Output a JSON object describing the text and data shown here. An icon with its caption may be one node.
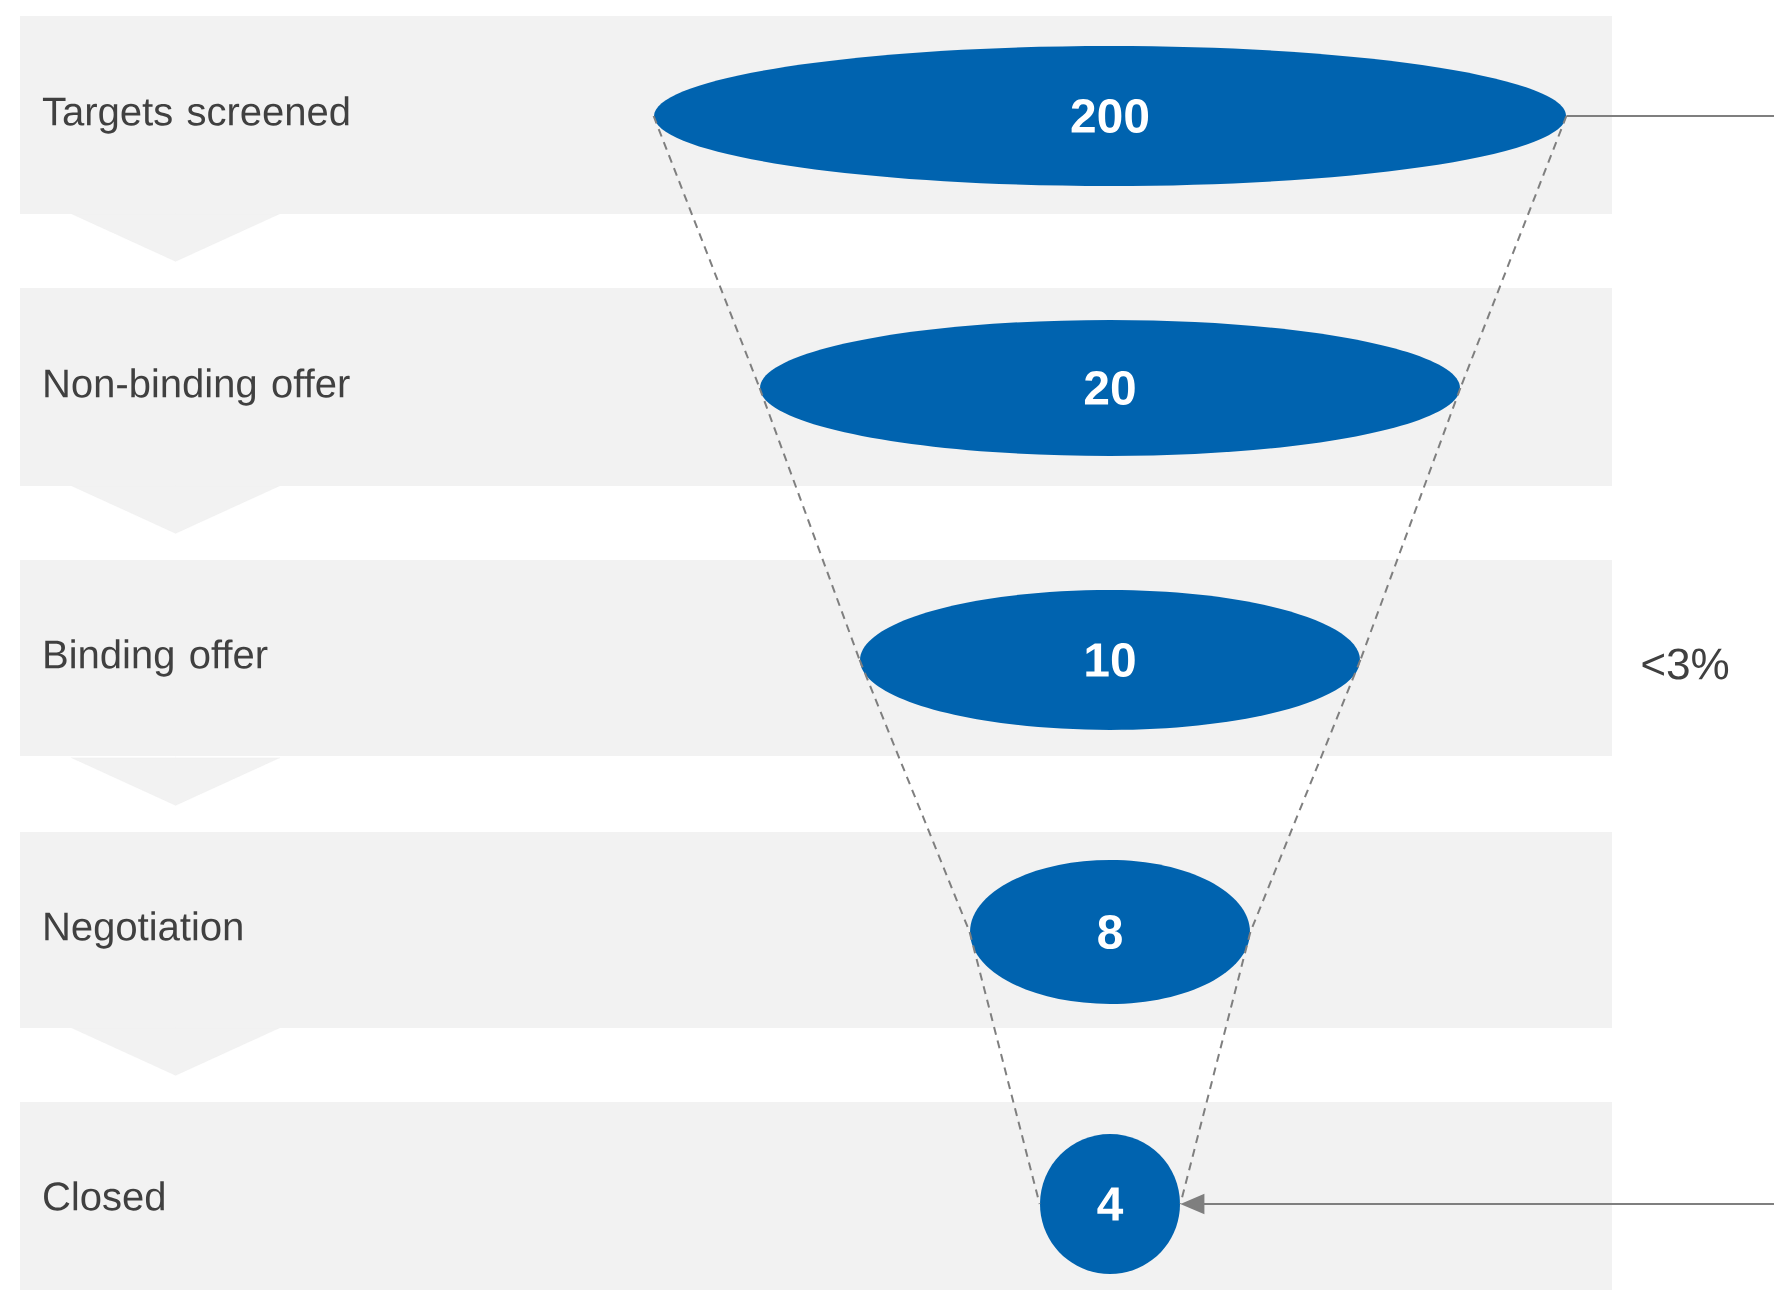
{
  "diagram": {
    "nodes": [
      {
        "text": [
          "Targets screened"
        ]
      },
      {
        "text": [
          "Non-binding offer"
        ]
      },
      {
        "text": [
          "Binding offer"
        ]
      },
      {
        "text": [
          "Negotiation"
        ]
      },
      {
        "text": [
          "Closed"
        ]
      },
      {
        "text": [
          "200"
        ],
        "in": 0
      },
      {
        "text": [
          "20"
        ],
        "in": 1
      },
      {
        "text": [
          "10"
        ],
        "in": 2
      },
      {
        "text": [
          "8"
        ],
        "in": 3
      },
      {
        "text": [
          "4"
        ],
        "in": 4
      }
    ],
    "edges": [
      {
        "from": 0,
        "to": 1,
        "arrow": "to",
        "color": "#f2f2f2"
      },
      {
        "from": 1,
        "to": 2,
        "arrow": "to",
        "color": "#f2f2f2"
      },
      {
        "from": 2,
        "to": 3,
        "arrow": "to",
        "color": "#f2f2f2"
      },
      {
        "from": 3,
        "to": 4,
        "arrow": "to",
        "color": "#f2f2f2"
      },
      {
        "from": 5,
        "to": 6,
        "arrow": "none",
        "style": "dashed"
      },
      {
        "from": 6,
        "to": 7,
        "arrow": "none",
        "style": "dashed"
      },
      {
        "from": 7,
        "to": 8,
        "arrow": "none",
        "style": "dashed"
      },
      {
        "from": 8,
        "to": 9,
        "arrow": "none",
        "style": "dashed"
      },
      {
        "from": 5,
        "to": 6,
        "arrow": "none",
        "style": "dashed"
      },
      {
        "from": 6,
        "to": 7,
        "arrow": "none",
        "style": "dashed"
      },
      {
        "from": 7,
        "to": 8,
        "arrow": "none",
        "style": "dashed"
      },
      {
        "from": 8,
        "to": 9,
        "arrow": "none",
        "style": "dashed"
      },
      {
        "from": 5,
        "to": null,
        "arrow": "none"
      },
      {
        "from": null,
        "to": 9,
        "arrow": "to"
      }
    ],
    "labels": [
      "<3%"
    ]
  }
}
